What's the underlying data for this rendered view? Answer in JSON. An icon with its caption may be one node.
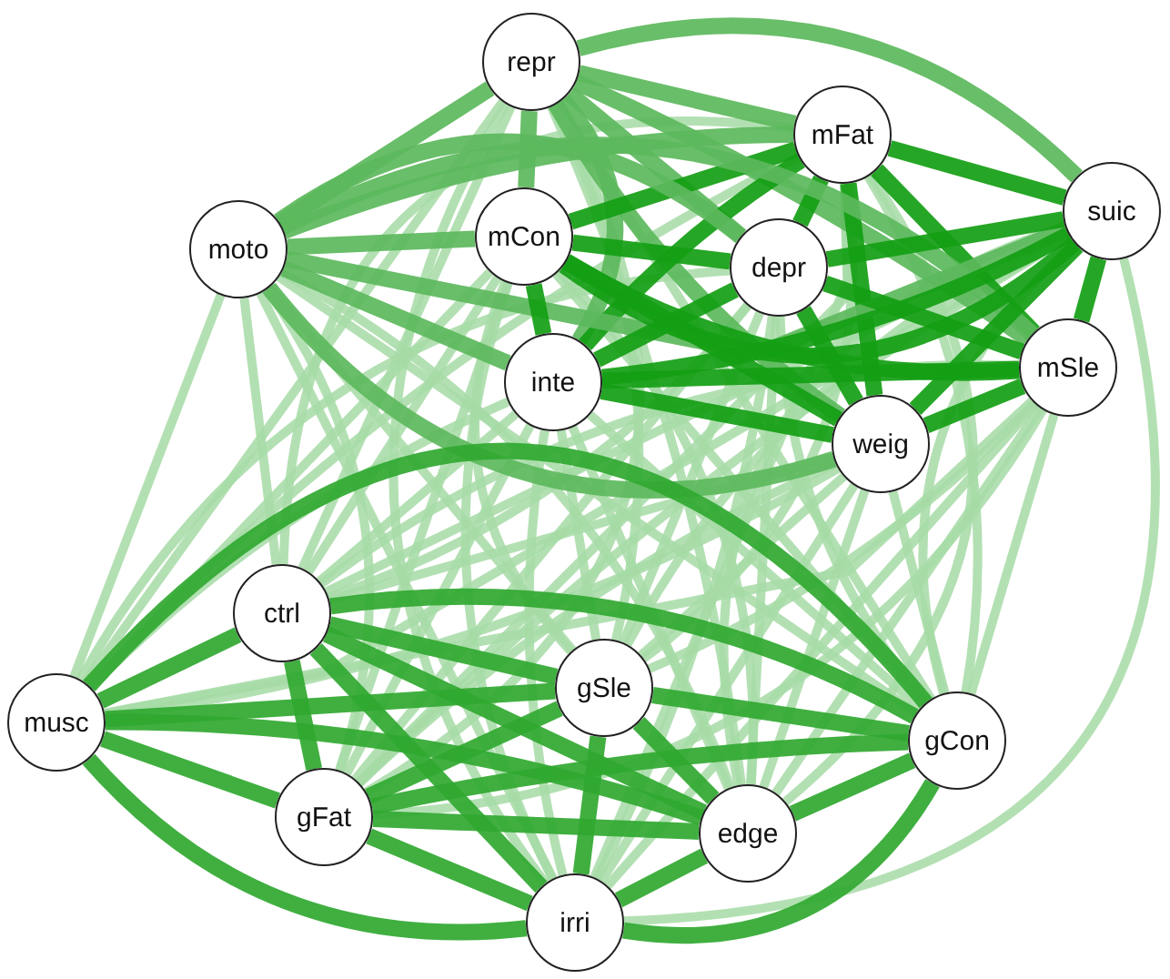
{
  "diagram": {
    "nodes": [
      {
        "text": [
          "repr"
        ]
      },
      {
        "text": [
          "mFat"
        ]
      },
      {
        "text": [
          "moto"
        ]
      },
      {
        "text": [
          "mCon"
        ]
      },
      {
        "text": [
          "suic"
        ]
      },
      {
        "text": [
          "depr"
        ]
      },
      {
        "text": [
          "mSle"
        ]
      },
      {
        "text": [
          "inte"
        ]
      },
      {
        "text": [
          "weig"
        ]
      },
      {
        "text": [
          "ctrl"
        ]
      },
      {
        "text": [
          "gSle"
        ]
      },
      {
        "text": [
          "musc"
        ]
      },
      {
        "text": [
          "gCon"
        ]
      },
      {
        "text": [
          "gFat"
        ]
      },
      {
        "text": [
          "edge"
        ]
      },
      {
        "text": [
          "irri"
        ]
      }
    ],
    "edges": [
      {
        "from": 0,
        "to": 1,
        "arrow": "none",
        "style": "thick",
        "color": "#5cb85c"
      },
      {
        "from": 0,
        "to": 2,
        "arrow": "none",
        "style": "thick",
        "color": "#5cb85c"
      },
      {
        "from": 0,
        "to": 3,
        "arrow": "none",
        "style": "thick",
        "color": "#5cb85c"
      },
      {
        "from": 0,
        "to": 4,
        "arrow": "none",
        "style": "thick",
        "color": "#5cb85c"
      },
      {
        "from": 0,
        "to": 5,
        "arrow": "none",
        "style": "thick",
        "color": "#5cb85c"
      },
      {
        "from": 0,
        "to": 6,
        "arrow": "none",
        "style": "thick",
        "color": "#5cb85c"
      },
      {
        "from": 0,
        "to": 7,
        "arrow": "none",
        "style": "thick",
        "color": "#5cb85c"
      },
      {
        "from": 0,
        "to": 8,
        "arrow": "none",
        "style": "thick",
        "color": "#5cb85c"
      },
      {
        "from": 0,
        "to": 9,
        "arrow": "none"
      },
      {
        "from": 0,
        "to": 10,
        "arrow": "none"
      },
      {
        "from": 0,
        "to": 11,
        "arrow": "none"
      },
      {
        "from": 0,
        "to": 12,
        "arrow": "none"
      },
      {
        "from": 0,
        "to": 13,
        "arrow": "none"
      },
      {
        "from": 0,
        "to": 14,
        "arrow": "none"
      },
      {
        "from": 0,
        "to": 15,
        "arrow": "none"
      },
      {
        "from": 1,
        "to": 2,
        "arrow": "none",
        "style": "thick",
        "color": "#5cb85c"
      },
      {
        "from": 1,
        "to": 3,
        "arrow": "none",
        "style": "thick",
        "color": "#149e14"
      },
      {
        "from": 1,
        "to": 4,
        "arrow": "none",
        "style": "thick",
        "color": "#149e14"
      },
      {
        "from": 1,
        "to": 5,
        "arrow": "none",
        "style": "thick",
        "color": "#149e14"
      },
      {
        "from": 1,
        "to": 6,
        "arrow": "none",
        "style": "thick",
        "color": "#149e14"
      },
      {
        "from": 1,
        "to": 7,
        "arrow": "none",
        "style": "thick",
        "color": "#149e14"
      },
      {
        "from": 1,
        "to": 8,
        "arrow": "none",
        "style": "thick",
        "color": "#149e14"
      },
      {
        "from": 1,
        "to": 9,
        "arrow": "none"
      },
      {
        "from": 1,
        "to": 10,
        "arrow": "none"
      },
      {
        "from": 1,
        "to": 11,
        "arrow": "none"
      },
      {
        "from": 1,
        "to": 12,
        "arrow": "none"
      },
      {
        "from": 1,
        "to": 13,
        "arrow": "none"
      },
      {
        "from": 1,
        "to": 14,
        "arrow": "none"
      },
      {
        "from": 1,
        "to": 15,
        "arrow": "none"
      },
      {
        "from": 2,
        "to": 3,
        "arrow": "none",
        "style": "thick",
        "color": "#5cb85c"
      },
      {
        "from": 2,
        "to": 4,
        "arrow": "none",
        "style": "thick",
        "color": "#5cb85c"
      },
      {
        "from": 2,
        "to": 5,
        "arrow": "none",
        "style": "thick",
        "color": "#5cb85c"
      },
      {
        "from": 2,
        "to": 6,
        "arrow": "none",
        "style": "thick",
        "color": "#5cb85c"
      },
      {
        "from": 2,
        "to": 7,
        "arrow": "none",
        "style": "thick",
        "color": "#5cb85c"
      },
      {
        "from": 2,
        "to": 8,
        "arrow": "none",
        "style": "thick",
        "color": "#5cb85c"
      },
      {
        "from": 2,
        "to": 9,
        "arrow": "none"
      },
      {
        "from": 2,
        "to": 10,
        "arrow": "none"
      },
      {
        "from": 2,
        "to": 11,
        "arrow": "none"
      },
      {
        "from": 2,
        "to": 12,
        "arrow": "none"
      },
      {
        "from": 2,
        "to": 13,
        "arrow": "none"
      },
      {
        "from": 2,
        "to": 14,
        "arrow": "none"
      },
      {
        "from": 2,
        "to": 15,
        "arrow": "none"
      },
      {
        "from": 3,
        "to": 4,
        "arrow": "none",
        "style": "thick",
        "color": "#149e14"
      },
      {
        "from": 3,
        "to": 5,
        "arrow": "none",
        "style": "thick",
        "color": "#149e14"
      },
      {
        "from": 3,
        "to": 6,
        "arrow": "none",
        "style": "thick",
        "color": "#149e14"
      },
      {
        "from": 3,
        "to": 7,
        "arrow": "none",
        "style": "thick",
        "color": "#149e14"
      },
      {
        "from": 3,
        "to": 8,
        "arrow": "none",
        "style": "thick",
        "color": "#149e14"
      },
      {
        "from": 3,
        "to": 9,
        "arrow": "none"
      },
      {
        "from": 3,
        "to": 10,
        "arrow": "none"
      },
      {
        "from": 3,
        "to": 11,
        "arrow": "none"
      },
      {
        "from": 3,
        "to": 12,
        "arrow": "none"
      },
      {
        "from": 3,
        "to": 13,
        "arrow": "none"
      },
      {
        "from": 3,
        "to": 14,
        "arrow": "none"
      },
      {
        "from": 3,
        "to": 15,
        "arrow": "none"
      },
      {
        "from": 4,
        "to": 5,
        "arrow": "none",
        "style": "thick",
        "color": "#149e14"
      },
      {
        "from": 4,
        "to": 6,
        "arrow": "none",
        "style": "thick",
        "color": "#149e14"
      },
      {
        "from": 4,
        "to": 7,
        "arrow": "none",
        "style": "thick",
        "color": "#149e14"
      },
      {
        "from": 4,
        "to": 8,
        "arrow": "none",
        "style": "thick",
        "color": "#149e14"
      },
      {
        "from": 4,
        "to": 9,
        "arrow": "none"
      },
      {
        "from": 4,
        "to": 10,
        "arrow": "none"
      },
      {
        "from": 4,
        "to": 11,
        "arrow": "none"
      },
      {
        "from": 4,
        "to": 12,
        "arrow": "none"
      },
      {
        "from": 4,
        "to": 13,
        "arrow": "none"
      },
      {
        "from": 4,
        "to": 14,
        "arrow": "none"
      },
      {
        "from": 4,
        "to": 15,
        "arrow": "none"
      },
      {
        "from": 5,
        "to": 6,
        "arrow": "none",
        "style": "thick",
        "color": "#149e14"
      },
      {
        "from": 5,
        "to": 7,
        "arrow": "none",
        "style": "thick",
        "color": "#149e14"
      },
      {
        "from": 5,
        "to": 8,
        "arrow": "none",
        "style": "thick",
        "color": "#149e14"
      },
      {
        "from": 5,
        "to": 9,
        "arrow": "none"
      },
      {
        "from": 5,
        "to": 10,
        "arrow": "none"
      },
      {
        "from": 5,
        "to": 11,
        "arrow": "none"
      },
      {
        "from": 5,
        "to": 12,
        "arrow": "none"
      },
      {
        "from": 5,
        "to": 13,
        "arrow": "none"
      },
      {
        "from": 5,
        "to": 14,
        "arrow": "none"
      },
      {
        "from": 5,
        "to": 15,
        "arrow": "none"
      },
      {
        "from": 6,
        "to": 7,
        "arrow": "none",
        "style": "thick",
        "color": "#149e14"
      },
      {
        "from": 6,
        "to": 8,
        "arrow": "none",
        "style": "thick",
        "color": "#149e14"
      },
      {
        "from": 6,
        "to": 9,
        "arrow": "none"
      },
      {
        "from": 6,
        "to": 10,
        "arrow": "none"
      },
      {
        "from": 6,
        "to": 11,
        "arrow": "none"
      },
      {
        "from": 6,
        "to": 12,
        "arrow": "none"
      },
      {
        "from": 6,
        "to": 13,
        "arrow": "none"
      },
      {
        "from": 6,
        "to": 14,
        "arrow": "none"
      },
      {
        "from": 6,
        "to": 15,
        "arrow": "none"
      },
      {
        "from": 7,
        "to": 8,
        "arrow": "none",
        "style": "thick",
        "color": "#149e14"
      },
      {
        "from": 7,
        "to": 9,
        "arrow": "none"
      },
      {
        "from": 7,
        "to": 10,
        "arrow": "none"
      },
      {
        "from": 7,
        "to": 11,
        "arrow": "none"
      },
      {
        "from": 7,
        "to": 12,
        "arrow": "none"
      },
      {
        "from": 7,
        "to": 13,
        "arrow": "none"
      },
      {
        "from": 7,
        "to": 14,
        "arrow": "none"
      },
      {
        "from": 7,
        "to": 15,
        "arrow": "none"
      },
      {
        "from": 8,
        "to": 9,
        "arrow": "none"
      },
      {
        "from": 8,
        "to": 10,
        "arrow": "none"
      },
      {
        "from": 8,
        "to": 11,
        "arrow": "none"
      },
      {
        "from": 8,
        "to": 12,
        "arrow": "none"
      },
      {
        "from": 8,
        "to": 13,
        "arrow": "none"
      },
      {
        "from": 8,
        "to": 14,
        "arrow": "none"
      },
      {
        "from": 8,
        "to": 15,
        "arrow": "none"
      },
      {
        "from": 9,
        "to": 10,
        "arrow": "none",
        "style": "thick",
        "color": "#30a830"
      },
      {
        "from": 9,
        "to": 11,
        "arrow": "none",
        "style": "thick",
        "color": "#30a830"
      },
      {
        "from": 9,
        "to": 12,
        "arrow": "none",
        "style": "thick",
        "color": "#30a830"
      },
      {
        "from": 9,
        "to": 13,
        "arrow": "none",
        "style": "thick",
        "color": "#30a830"
      },
      {
        "from": 9,
        "to": 14,
        "arrow": "none",
        "style": "thick",
        "color": "#30a830"
      },
      {
        "from": 9,
        "to": 15,
        "arrow": "none",
        "style": "thick",
        "color": "#30a830"
      },
      {
        "from": 10,
        "to": 11,
        "arrow": "none",
        "style": "thick",
        "color": "#30a830"
      },
      {
        "from": 10,
        "to": 12,
        "arrow": "none",
        "style": "thick",
        "color": "#30a830"
      },
      {
        "from": 10,
        "to": 13,
        "arrow": "none",
        "style": "thick",
        "color": "#30a830"
      },
      {
        "from": 10,
        "to": 14,
        "arrow": "none",
        "style": "thick",
        "color": "#30a830"
      },
      {
        "from": 10,
        "to": 15,
        "arrow": "none",
        "style": "thick",
        "color": "#30a830"
      },
      {
        "from": 11,
        "to": 12,
        "arrow": "none",
        "style": "thick",
        "color": "#30a830"
      },
      {
        "from": 11,
        "to": 13,
        "arrow": "none",
        "style": "thick",
        "color": "#30a830"
      },
      {
        "from": 11,
        "to": 14,
        "arrow": "none",
        "style": "thick",
        "color": "#30a830"
      },
      {
        "from": 11,
        "to": 15,
        "arrow": "none",
        "style": "thick",
        "color": "#30a830"
      },
      {
        "from": 12,
        "to": 13,
        "arrow": "none",
        "style": "thick",
        "color": "#30a830"
      },
      {
        "from": 12,
        "to": 14,
        "arrow": "none",
        "style": "thick",
        "color": "#30a830"
      },
      {
        "from": 12,
        "to": 15,
        "arrow": "none",
        "style": "thick",
        "color": "#30a830"
      },
      {
        "from": 13,
        "to": 14,
        "arrow": "none",
        "style": "thick",
        "color": "#30a830"
      },
      {
        "from": 13,
        "to": 15,
        "arrow": "none",
        "style": "thick",
        "color": "#30a830"
      },
      {
        "from": 14,
        "to": 15,
        "arrow": "none",
        "style": "thick",
        "color": "#30a830"
      }
    ]
  }
}
